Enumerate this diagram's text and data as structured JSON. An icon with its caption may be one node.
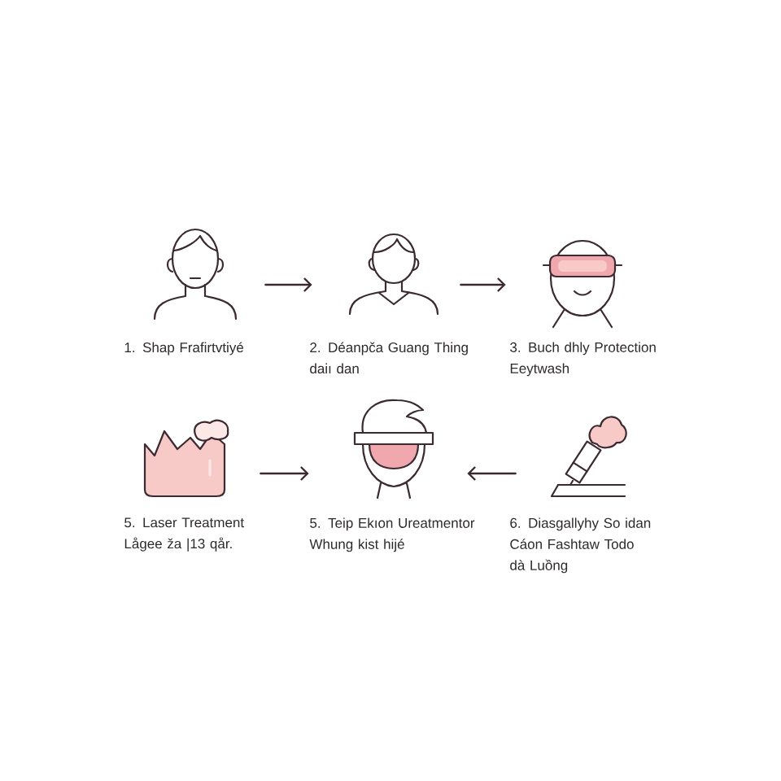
{
  "diagram": {
    "nodes": [
      {
        "text": [],
        "shape": "picture",
        "beside": [
          "1. Shap Frafirtvtiyé"
        ]
      },
      {
        "text": [],
        "shape": "picture",
        "beside": [
          "2. Déanpča Guang Thing daiı dan"
        ]
      },
      {
        "text": [],
        "shape": "picture",
        "beside": [
          "3. Buch dhly Protection Eeytwash"
        ]
      },
      {
        "text": [],
        "shape": "picture",
        "beside": [
          "5. Laser Treatment Lågee ža |13 qår."
        ]
      },
      {
        "text": [],
        "shape": "picture",
        "beside": [
          "5. Teip Ekıon Ureatmentor Whung kist hijé"
        ]
      },
      {
        "text": [],
        "shape": "picture",
        "beside": [
          "6. Diasgallyhy So idan Cáon Fashtaw Todo dà Luồng"
        ]
      }
    ],
    "edges": [
      {
        "from": 0,
        "to": 1,
        "arrow": "to"
      },
      {
        "from": 1,
        "to": 2,
        "arrow": "to"
      },
      {
        "from": 3,
        "to": 4,
        "arrow": "to"
      },
      {
        "from": 5,
        "to": 4,
        "arrow": "to"
      }
    ]
  }
}
